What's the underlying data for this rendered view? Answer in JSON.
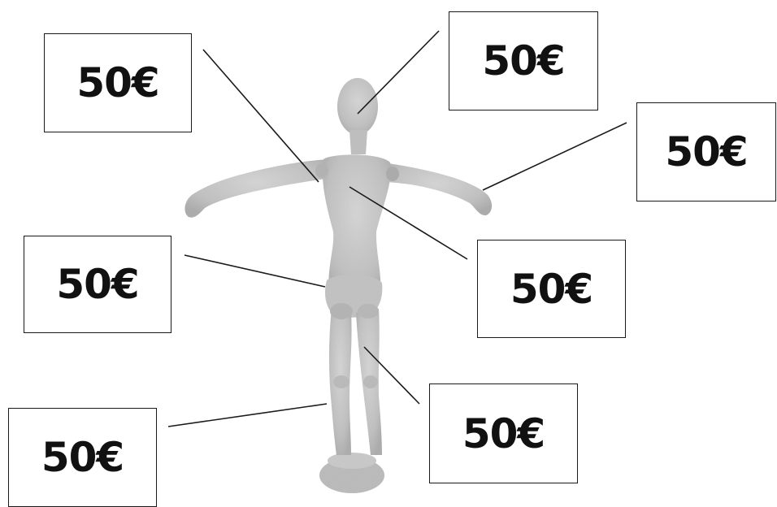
{
  "labels": [
    {
      "id": "upper-left",
      "price": "50€"
    },
    {
      "id": "head",
      "price": "50€"
    },
    {
      "id": "right-hand",
      "price": "50€"
    },
    {
      "id": "chest",
      "price": "50€"
    },
    {
      "id": "hip",
      "price": "50€"
    },
    {
      "id": "right-leg",
      "price": "50€"
    },
    {
      "id": "left-leg",
      "price": "50€"
    }
  ],
  "colors": {
    "figure_fill": "#c9c9c9",
    "figure_shade": "#9c9c9c",
    "line": "#1a1a1a",
    "text": "#111111"
  }
}
